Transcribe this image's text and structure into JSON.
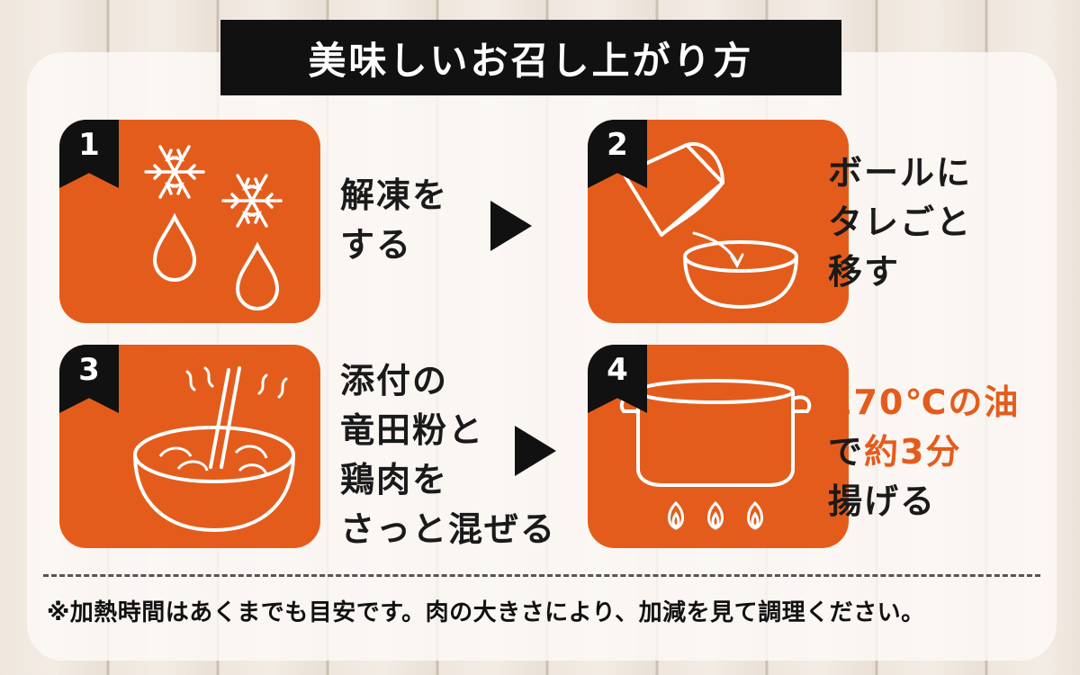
{
  "title": "美味しいお召し上がり方",
  "steps": [
    {
      "number": "1",
      "lines": [
        "解凍を",
        "する"
      ]
    },
    {
      "number": "2",
      "lines": [
        "ボールに",
        "タレごと",
        "移す"
      ]
    },
    {
      "number": "3",
      "lines": [
        "添付の",
        "竜田粉と",
        "鶏肉を",
        "さっと混ぜる"
      ]
    },
    {
      "number": "4",
      "line1_highlight": "170℃の油",
      "line2_prefix": "で",
      "line2_highlight": "約3分",
      "line3": "揚げる"
    }
  ],
  "note": "※加熱時間はあくまでも目安です。肉の大きさにより、加減を見て調理ください。",
  "colors": {
    "accent": "#e45c1c",
    "dark": "#111111",
    "panel": "#fcf9f6"
  },
  "icons": [
    "snowflake-icon",
    "water-drop-icon",
    "pouring-cup-icon",
    "bowl-icon",
    "chopsticks-icon",
    "steam-icon",
    "pot-icon",
    "flame-icon"
  ]
}
